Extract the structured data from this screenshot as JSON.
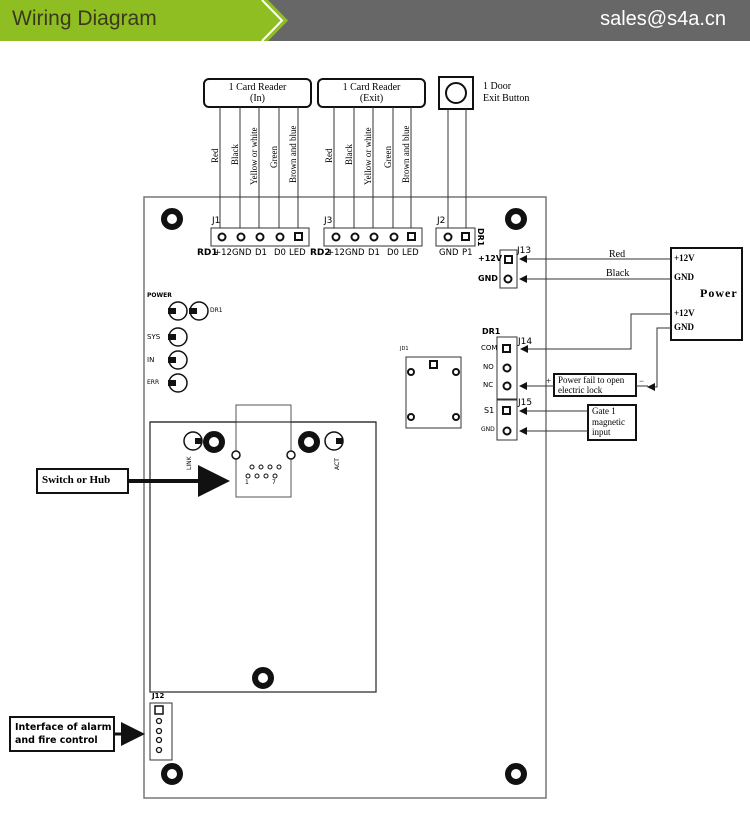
{
  "header": {
    "title": "Wiring Diagram",
    "email": "sales@s4a.cn",
    "colors": {
      "green": "#8fbe23",
      "gray": "#676767"
    }
  },
  "devices": {
    "reader_in": {
      "line1": "1 Card Reader",
      "line2": "(In)"
    },
    "reader_exit": {
      "line1": "1 Card Reader",
      "line2": "(Exit)"
    },
    "exit_button": {
      "line1": "1 Door",
      "line2": "Exit Button"
    },
    "power": {
      "title": "Power",
      "pins": [
        "+12V",
        "GND",
        "+12V",
        "GND"
      ]
    },
    "power_fail_lock": {
      "line1": "Power fail to open",
      "line2": "electric lock",
      "plus": "+",
      "minus": "−"
    },
    "gate_input": {
      "line1": "Gate 1",
      "line2": "magnetic",
      "line3": "input"
    },
    "switch_hub": {
      "label": "Switch or Hub"
    },
    "alarm_interface": {
      "line1": "Interface of alarm",
      "line2": "and fire control"
    }
  },
  "wire_colors": [
    "Red",
    "Black",
    "Yellow or white",
    "Green",
    "Brown and blue"
  ],
  "power_wires": {
    "red": "Red",
    "black": "Black"
  },
  "board": {
    "j1": {
      "name": "J1",
      "prefix": "RD1",
      "pins": [
        "+12",
        "GND",
        "D1",
        "D0",
        "LED"
      ]
    },
    "j3": {
      "name": "J3",
      "prefix": "RD2",
      "pins": [
        "+12",
        "GND",
        "D1",
        "D0",
        "LED"
      ]
    },
    "j2": {
      "name": "J2",
      "side_label": "DR1",
      "pins": [
        "GND",
        "P1"
      ]
    },
    "j13": {
      "name": "J13",
      "pins": [
        "+12V",
        "GND"
      ]
    },
    "j14": {
      "name": "J14",
      "group": "DR1",
      "pins": [
        "COM",
        "NO",
        "NC"
      ]
    },
    "j15": {
      "name": "J15",
      "pins": [
        "S1",
        "GND"
      ]
    },
    "jd1": {
      "name": "JD1"
    },
    "j12": {
      "name": "J12"
    },
    "leds": {
      "power": "POWER",
      "dr1": "DR1",
      "sys": "SYS",
      "in": "IN",
      "err": "ERR",
      "link": "LINK",
      "act": "ACT"
    },
    "rj45_pins": {
      "first": "1",
      "last": "7"
    }
  }
}
